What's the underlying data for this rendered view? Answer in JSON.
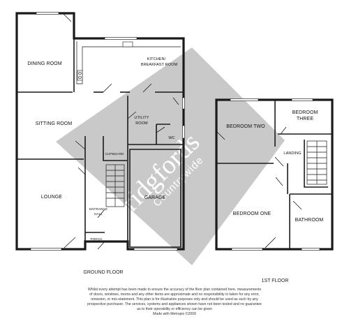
{
  "rooms": {
    "dining_room": "DINING ROOM",
    "kitchen_line1": "KITCHEN/",
    "kitchen_line2": "BREAKFAST ROOM",
    "sitting_room": "SITTING ROOM",
    "utility_line1": "UTILITY",
    "utility_line2": "ROOM",
    "wc": "WC",
    "cupboard": "CUPBOARD",
    "lounge": "LOUNGE",
    "entrance_line1": "ENTRANCE",
    "entrance_line2": "HALL",
    "garage": "GARAGE",
    "porch": "PORCH",
    "bedroom_two": "BEDROOM TWO",
    "bedroom_three_line1": "BEDROOM",
    "bedroom_three_line2": "THREE",
    "landing": "LANDING",
    "bedroom_one": "BEDROOM ONE",
    "bathroom": "BATHROOM"
  },
  "floors": {
    "ground": "GROUND FLOOR",
    "first": "1ST FLOOR"
  },
  "watermark": {
    "name": "bridgfords",
    "sub": "Countrywide"
  },
  "disclaimer": {
    "line1": "Whilst every attempt has been made to ensure the accuracy of the floor plan contained here, measurements",
    "line2": "of doors, windows, rooms and any other items are approximate and no responsibility is taken for any error,",
    "line3": "omission, or mis-statement. This plan is for illustrative purposes only and should be used as such by any",
    "line4": "prospective purchaser. The services, systems and appliances shown have not been tested and no guarantee",
    "line5": "as to their operability or efficiency can be given",
    "line6": "Made with Metropix ©2009"
  },
  "colors": {
    "watermark": "#c9c9c9",
    "wall": "#1a1a1a",
    "background": "#ffffff"
  }
}
